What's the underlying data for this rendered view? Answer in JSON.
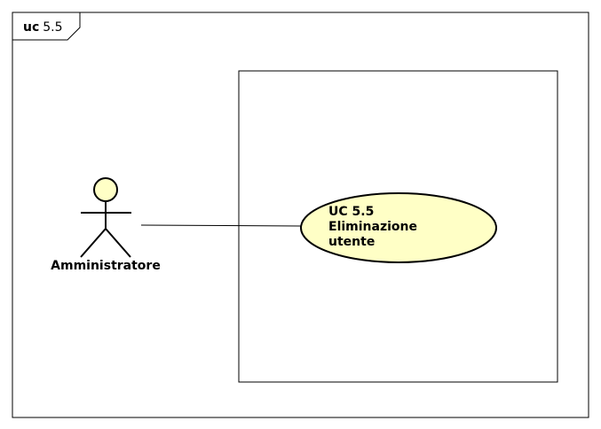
{
  "frame": {
    "kind": "uc",
    "name": "5.5"
  },
  "actor": {
    "name": "Amministratore"
  },
  "use_case": {
    "lines": [
      "UC  5.5",
      "Eliminazione",
      "utente"
    ]
  },
  "colors": {
    "use_case_fill": "#ffffc6",
    "actor_fill": "#ffffc6",
    "stroke": "#000000"
  }
}
